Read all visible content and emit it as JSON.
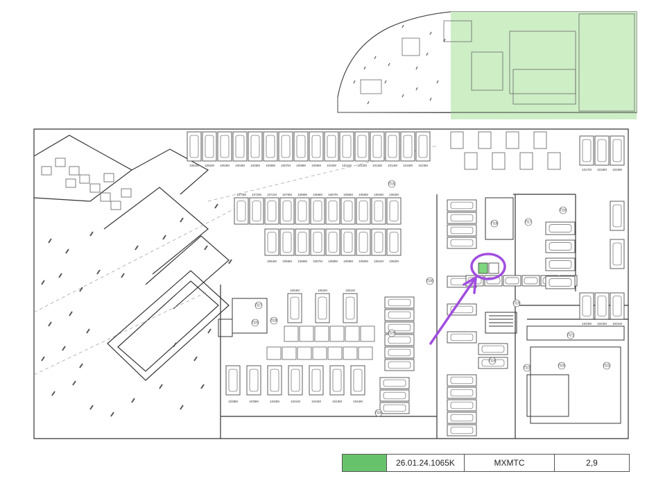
{
  "highlight_color": "#7fd67f",
  "minimap_highlight_color": "#c9ecc0",
  "annotation_color": "#a14ddf",
  "legend": {
    "swatch_color": "#66c36b",
    "code": "26.01.24.1065K",
    "type": "МХМТС",
    "area": "2,9"
  },
  "top_row": [
    "1051М",
    "1052М",
    "1053М",
    "1004М",
    "1005М",
    "1006М",
    "1007М",
    "1008М",
    "1009М",
    "1010М",
    "1011М",
    "1012М",
    "1013М",
    "1014М",
    "1015М",
    "1016М"
  ],
  "upper_block_top": [
    "1073М",
    "1072М",
    "1071М",
    "1070М",
    "1069М",
    "1068М",
    "1067М",
    "1066М",
    "1065М",
    "1064М",
    "1063М"
  ],
  "upper_block_bottom": [
    "1054М",
    "1055М",
    "1056М",
    "1057М",
    "1058М",
    "1059М",
    "1060М",
    "1061М",
    "1062М"
  ],
  "bottom_row": [
    "1038М",
    "1039М",
    "1040М",
    "1041М",
    "1042М",
    "1043М",
    "1044М"
  ],
  "mid_top": [
    "1053М",
    "1052М",
    "1051М"
  ],
  "right_top": [
    "1017М",
    "1018М",
    "1019М"
  ],
  "right_mid": [
    "1023М",
    "1022М",
    "1021М"
  ],
  "room_labels": [
    "П15",
    "П16",
    "П17",
    "П18",
    "П19",
    "П20",
    "П21",
    "П22",
    "П23",
    "П24",
    "П25",
    "П26",
    "П27",
    "П28",
    "П29",
    "П30"
  ]
}
